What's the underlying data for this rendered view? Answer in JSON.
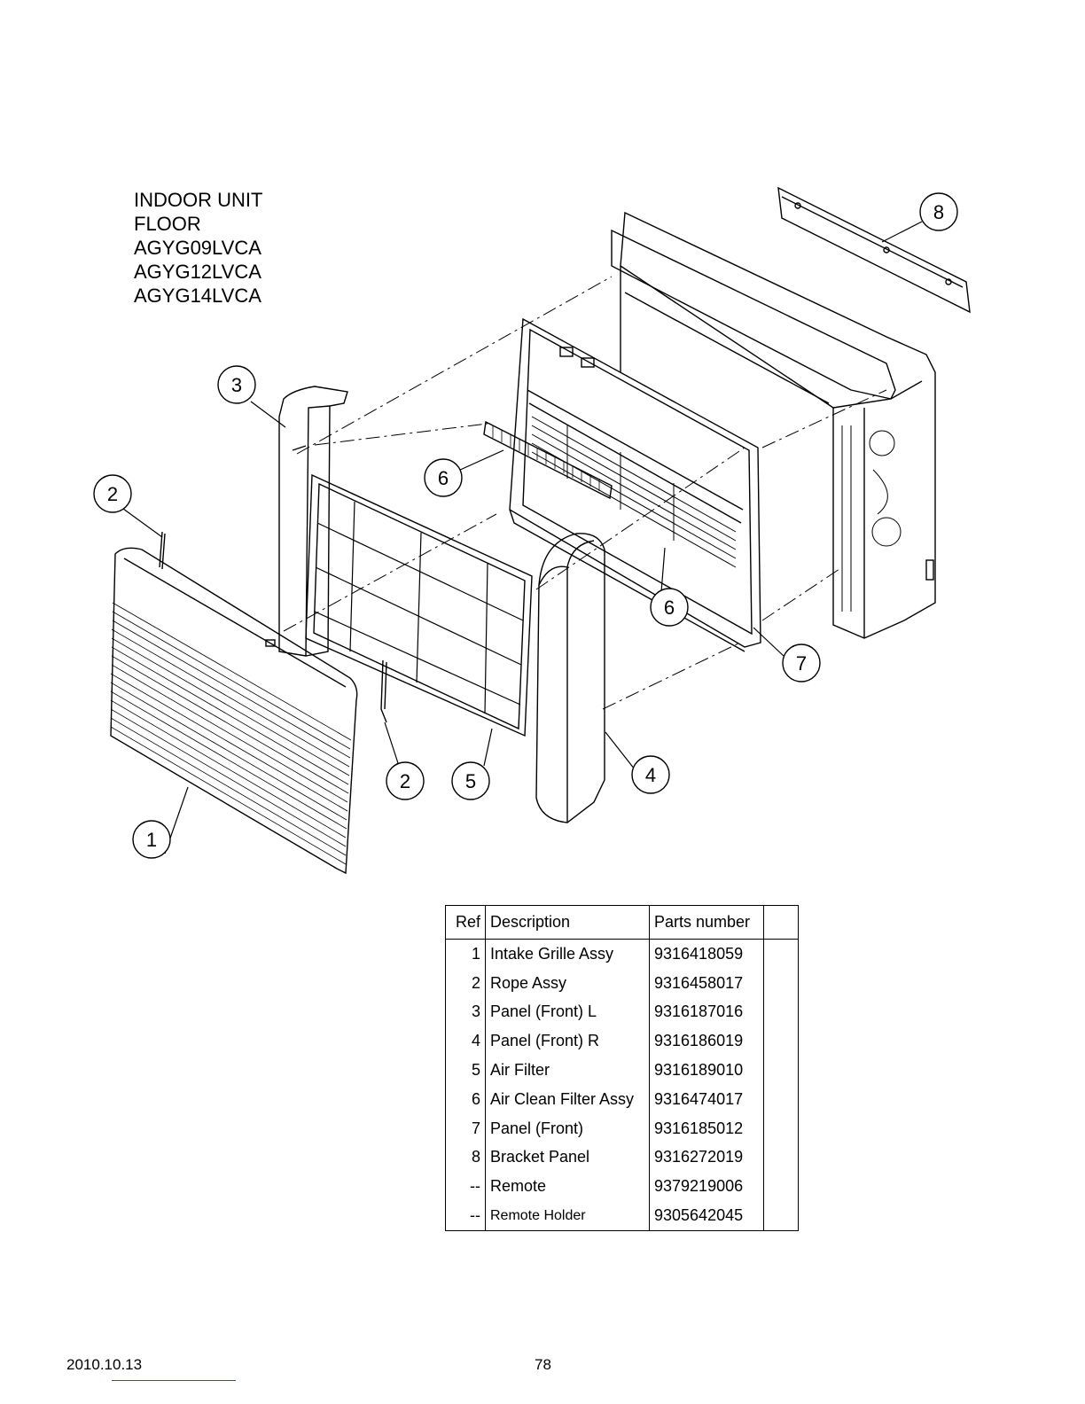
{
  "title_lines": [
    "INDOOR UNIT",
    "FLOOR",
    "AGYG09LVCA",
    "AGYG12LVCA",
    "AGYG14LVCA"
  ],
  "callouts": [
    "1",
    "2",
    "2",
    "3",
    "4",
    "5",
    "6",
    "6",
    "7",
    "8"
  ],
  "table": {
    "headers": [
      "Ref",
      "Description",
      "Parts number",
      ""
    ],
    "rows": [
      {
        "ref": "1",
        "description": "Intake Grille Assy",
        "part": "9316418059"
      },
      {
        "ref": "2",
        "description": "Rope Assy",
        "part": "9316458017"
      },
      {
        "ref": "3",
        "description": "Panel (Front) L",
        "part": "9316187016"
      },
      {
        "ref": "4",
        "description": "Panel (Front) R",
        "part": "9316186019"
      },
      {
        "ref": "5",
        "description": "Air Filter",
        "part": "9316189010"
      },
      {
        "ref": "6",
        "description": "Air Clean Filter Assy",
        "part": "9316474017"
      },
      {
        "ref": "7",
        "description": "Panel (Front)",
        "part": "9316185012"
      },
      {
        "ref": "8",
        "description": "Bracket Panel",
        "part": "9316272019"
      },
      {
        "ref": "--",
        "description": "Remote",
        "part": "9379219006"
      },
      {
        "ref": "--",
        "description": "Remote Holder",
        "part": "9305642045"
      }
    ]
  },
  "footer": {
    "date": "2010.10.13",
    "page": "78"
  }
}
